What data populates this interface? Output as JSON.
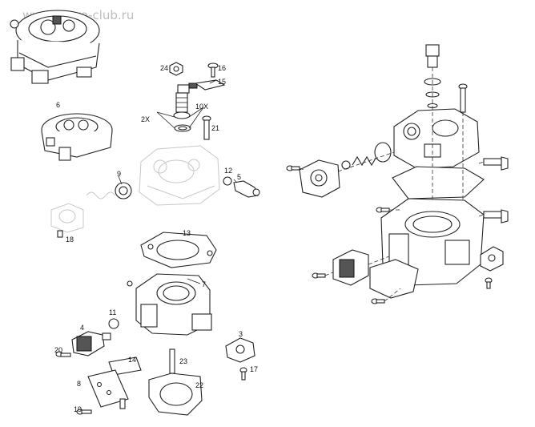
{
  "watermark": "www.spero-club.ru",
  "labels": [
    "24",
    "16",
    "15",
    "10X",
    "2X",
    "21",
    "6",
    "12",
    "5",
    "9",
    "18",
    "13",
    "7",
    "11",
    "4",
    "20",
    "14",
    "3",
    "23",
    "17",
    "8",
    "22",
    "19"
  ]
}
